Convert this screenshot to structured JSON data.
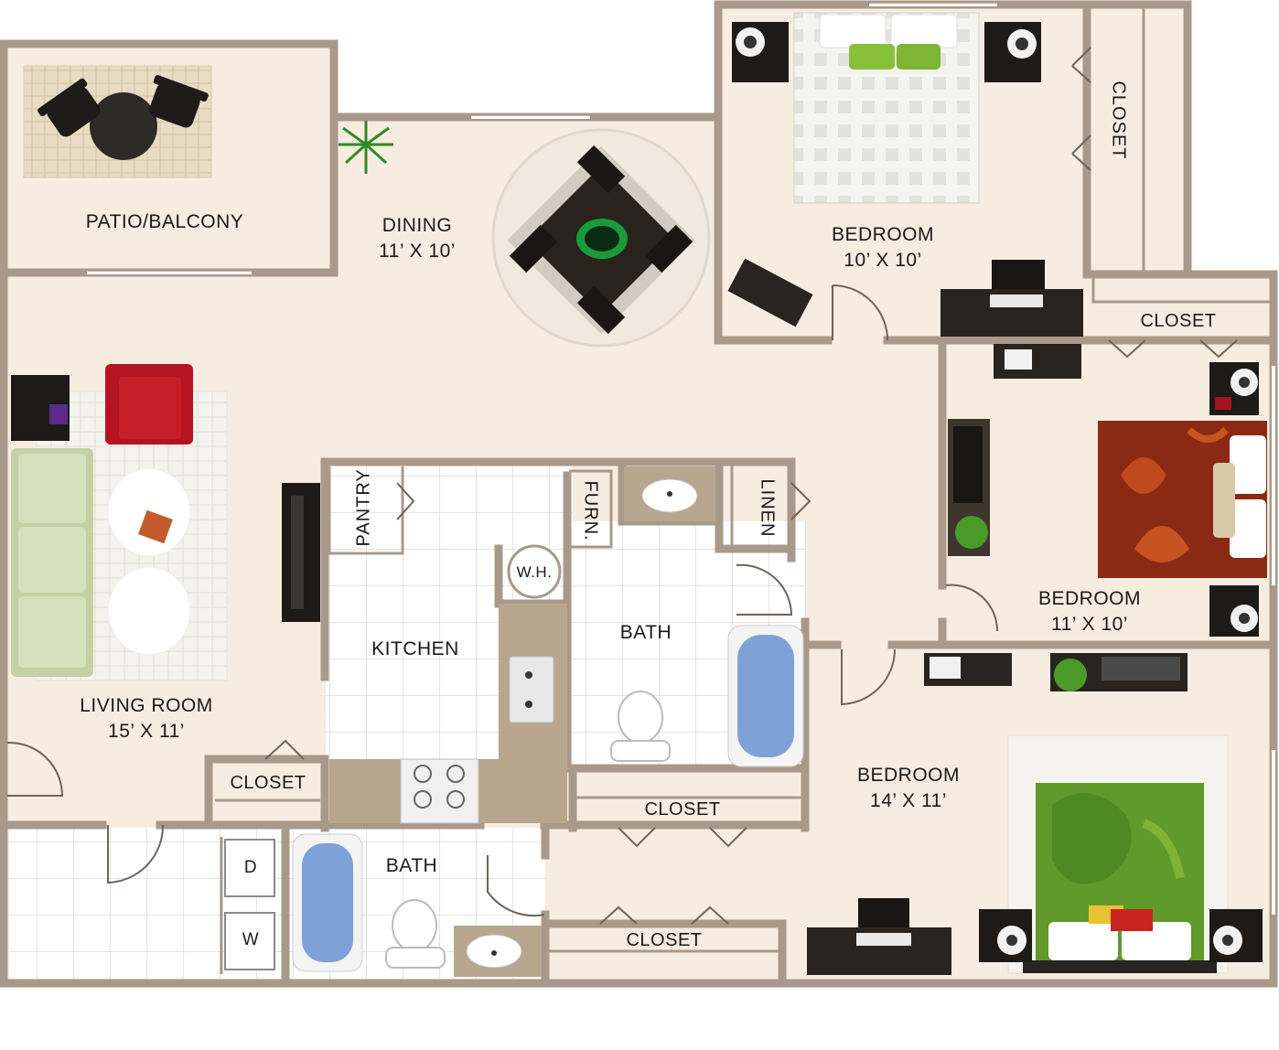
{
  "rooms": {
    "patio": {
      "name": "PATIO/BALCONY"
    },
    "dining": {
      "name": "DINING",
      "size": "11’ X 10’"
    },
    "bedroom_top": {
      "name": "BEDROOM",
      "size": "10’ X 10’"
    },
    "bedroom_right": {
      "name": "BEDROOM",
      "size": "11’ X 10’"
    },
    "bedroom_bottom": {
      "name": "BEDROOM",
      "size": "14’ X 11’"
    },
    "living": {
      "name": "LIVING ROOM",
      "size": "15’ X 11’"
    },
    "kitchen": {
      "name": "KITCHEN"
    },
    "bath_center": {
      "name": "BATH"
    },
    "bath_bottom": {
      "name": "BATH"
    }
  },
  "closets": {
    "top_bedroom": "CLOSET",
    "right_bedroom": "CLOSET",
    "living": "CLOSET",
    "hall": "CLOSET",
    "bottom": "CLOSET"
  },
  "utility": {
    "pantry": "PANTRY",
    "furnace": "FURN.",
    "linen": "LINEN",
    "water_heater": "W.H.",
    "dryer": "D",
    "washer": "W"
  },
  "colors": {
    "wall": "#a8998a",
    "floor": "#f7ece0",
    "tile": "#ffffff",
    "accent_green": "#7fb236",
    "accent_red": "#b51420",
    "bedspread_red": "#8b2a14",
    "bedspread_green": "#5f9a2a",
    "furniture_dark": "#2d2620",
    "water_blue": "#7ea2d8"
  }
}
